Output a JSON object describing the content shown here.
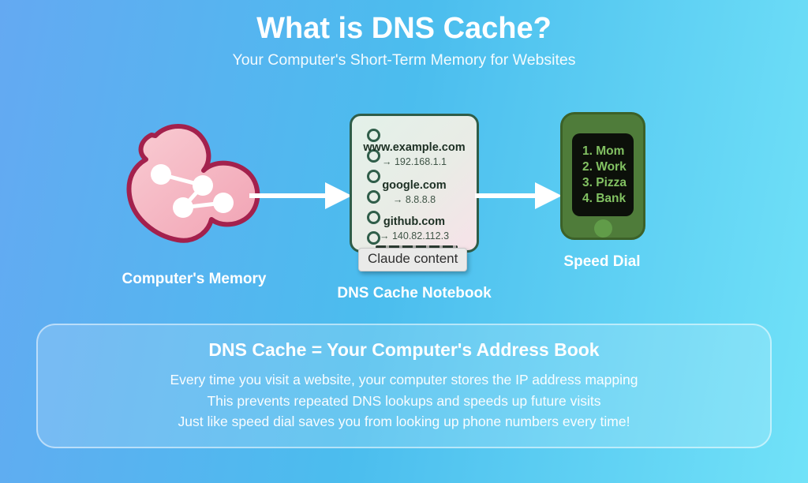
{
  "header": {
    "title": "What is DNS Cache?",
    "subtitle": "Your Computer's Short-Term Memory for Websites"
  },
  "diagram": {
    "memory": {
      "label": "Computer's Memory"
    },
    "notebook": {
      "label": "DNS Cache Notebook",
      "entries": [
        {
          "domain": "www.example.com",
          "ip": "→ 192.168.1.1"
        },
        {
          "domain": "google.com",
          "ip": "→ 8.8.8.8"
        },
        {
          "domain": "github.com",
          "ip": "→ 140.82.112.3"
        }
      ]
    },
    "tooltip": {
      "text": "Claude content"
    },
    "phone": {
      "label": "Speed Dial",
      "lines": [
        "1. Mom",
        "2. Work",
        "3. Pizza",
        "4. Bank"
      ]
    }
  },
  "summary": {
    "heading": "DNS Cache = Your Computer's Address Book",
    "lines": [
      "Every time you visit a website, your computer stores the IP address mapping",
      "This prevents repeated DNS lookups and speeds up future visits",
      "Just like speed dial saves you from looking up phone numbers every time!"
    ]
  },
  "colors": {
    "background_start": "#64a9f2",
    "background_end": "#71e2f8",
    "brain_fill": "#f5b6c2",
    "brain_border": "#a3214d",
    "notebook_border": "#2f5d49",
    "phone_body": "#4f7c3a",
    "phone_screen_text": "#82c162",
    "tooltip_bg": "#eaeae9",
    "text_white": "#ffffff"
  }
}
